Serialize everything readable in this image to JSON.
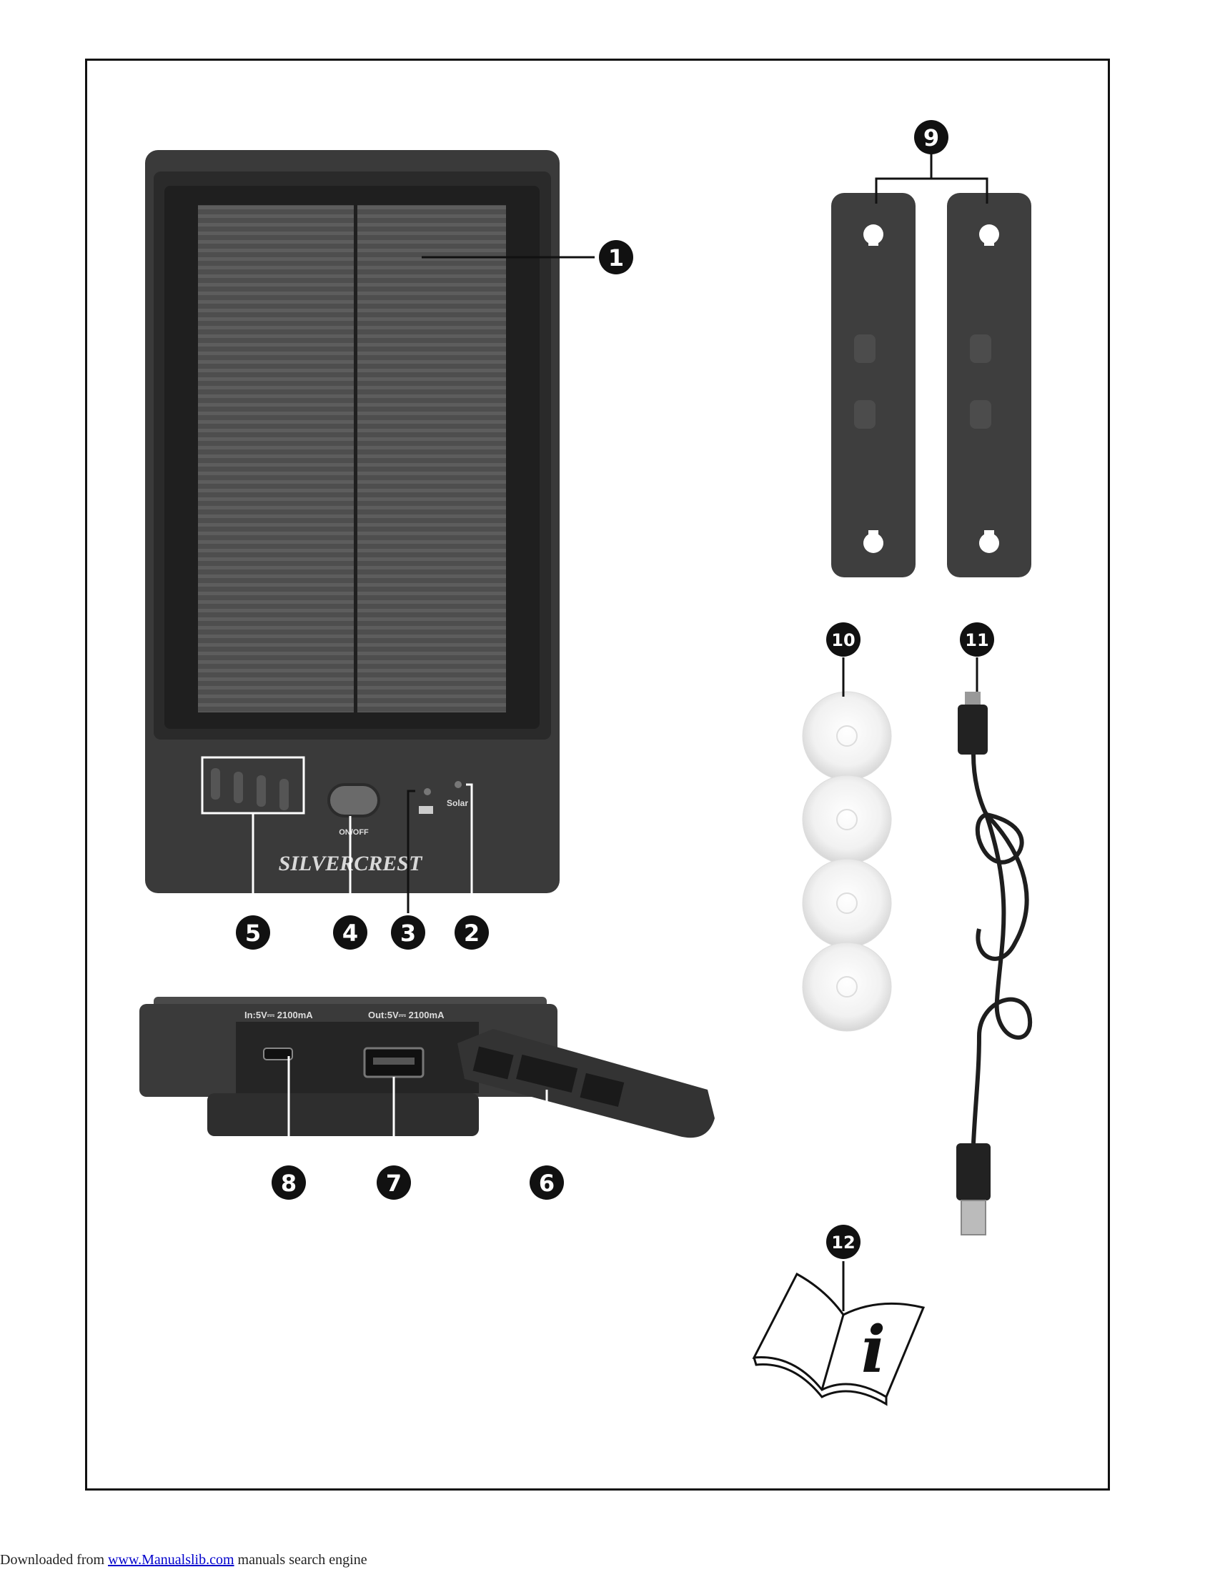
{
  "brand": "SILVERCREST",
  "device_labels": {
    "on_off": "ON/OFF",
    "solar": "Solar",
    "port_in": "In:5V⎓ 2100mA",
    "port_out": "Out:5V⎓ 2100mA"
  },
  "callouts": [
    "1",
    "2",
    "3",
    "4",
    "5",
    "6",
    "7",
    "8",
    "9",
    "10",
    "11",
    "12"
  ],
  "info_symbol": "i",
  "footer": {
    "prefix": "Downloaded from ",
    "link_text": "www.Manualslib.com",
    "suffix": " manuals search engine"
  }
}
